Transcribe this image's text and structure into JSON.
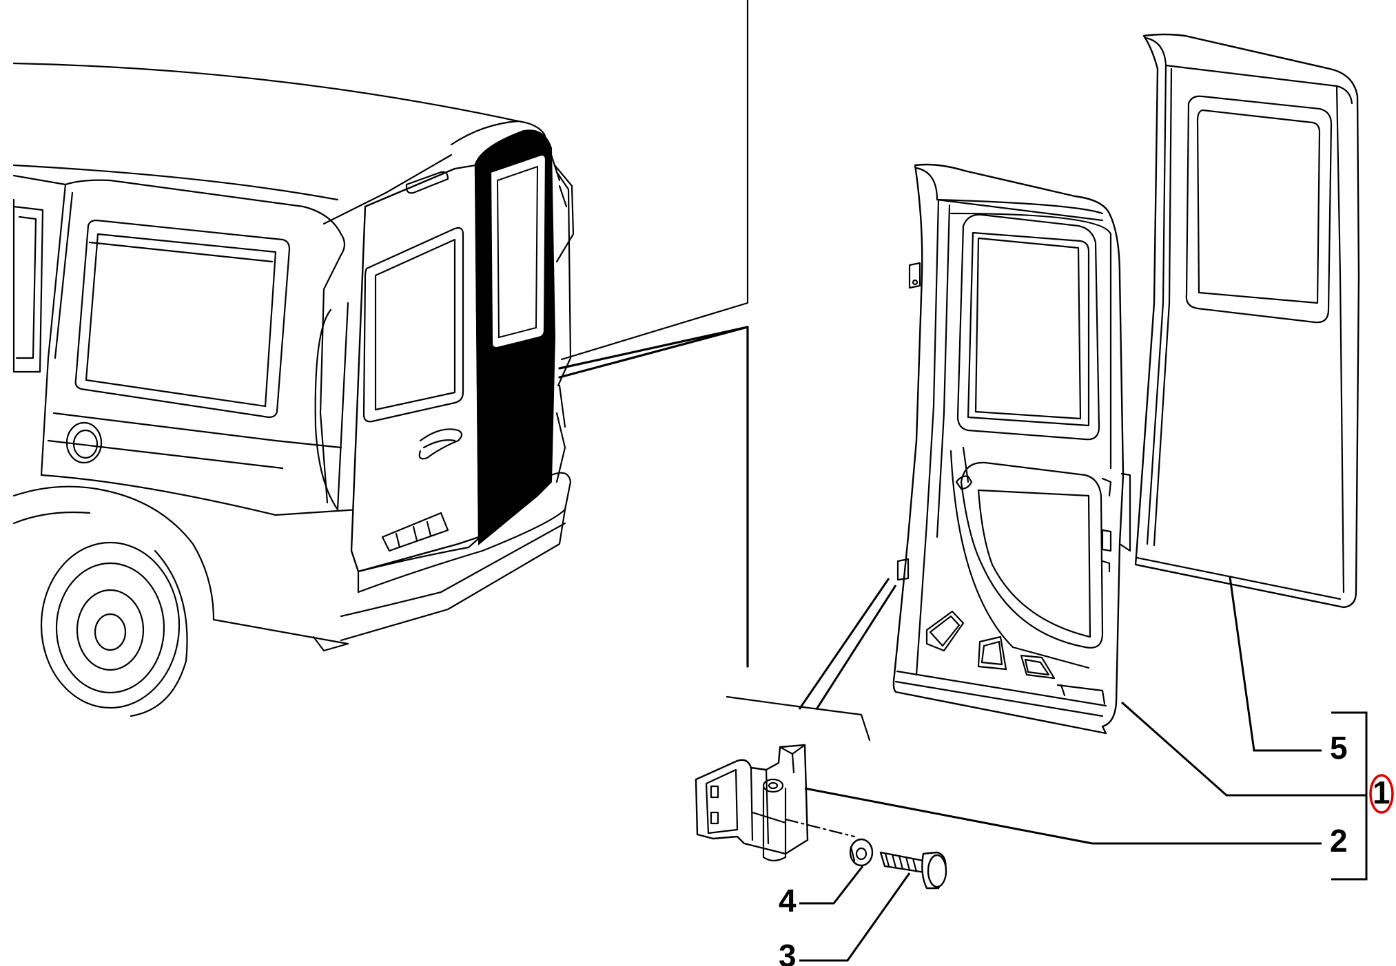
{
  "callouts": [
    {
      "id": "5",
      "text": "5"
    },
    {
      "id": "1",
      "text": "1"
    },
    {
      "id": "2",
      "text": "2"
    },
    {
      "id": "4",
      "text": "4"
    },
    {
      "id": "3",
      "text": "3"
    }
  ],
  "colors": {
    "line": "#000000",
    "background": "#ffffff",
    "highlight": "#e00000"
  }
}
